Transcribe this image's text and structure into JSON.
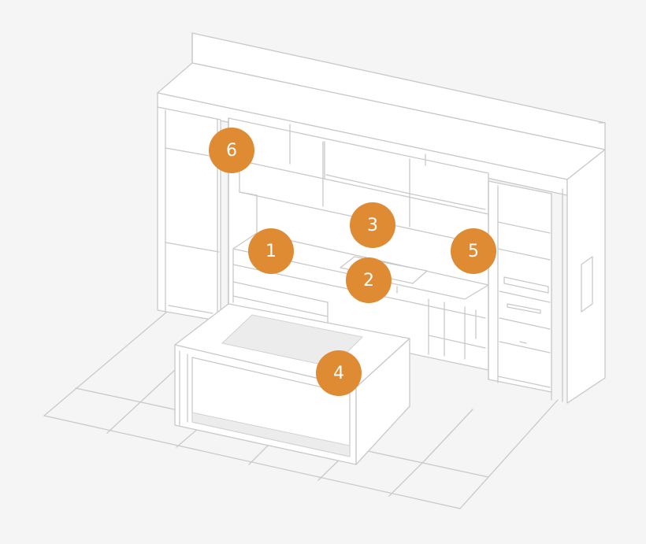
{
  "colors": {
    "background": "#f5f5f5",
    "line": "#c9c9c9",
    "marker": "#df8b34",
    "marker_text": "#ffffff"
  },
  "markers": [
    {
      "label": "1"
    },
    {
      "label": "2"
    },
    {
      "label": "3"
    },
    {
      "label": "4"
    },
    {
      "label": "5"
    },
    {
      "label": "6"
    }
  ]
}
